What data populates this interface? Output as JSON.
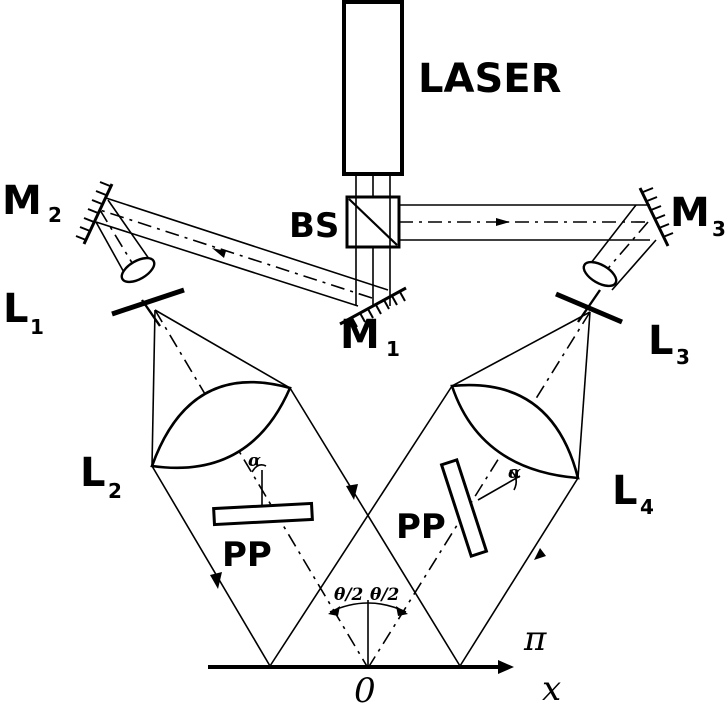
{
  "labels": {
    "laser": "LASER",
    "beam_splitter": "BS",
    "mirror_1": "M",
    "mirror_1_sub": "1",
    "mirror_2": "M",
    "mirror_2_sub": "2",
    "mirror_3": "M",
    "mirror_3_sub": "3",
    "lens_1": "L",
    "lens_1_sub": "1",
    "lens_2": "L",
    "lens_2_sub": "2",
    "lens_3": "L",
    "lens_3_sub": "3",
    "lens_4": "L",
    "lens_4_sub": "4",
    "plate_left": "PP",
    "plate_right": "PP",
    "alpha_left": "α",
    "alpha_right": "α",
    "half_angle_left": "θ/2",
    "half_angle_right": "θ/2",
    "origin": "0",
    "plane": "π",
    "x_axis": "x"
  }
}
